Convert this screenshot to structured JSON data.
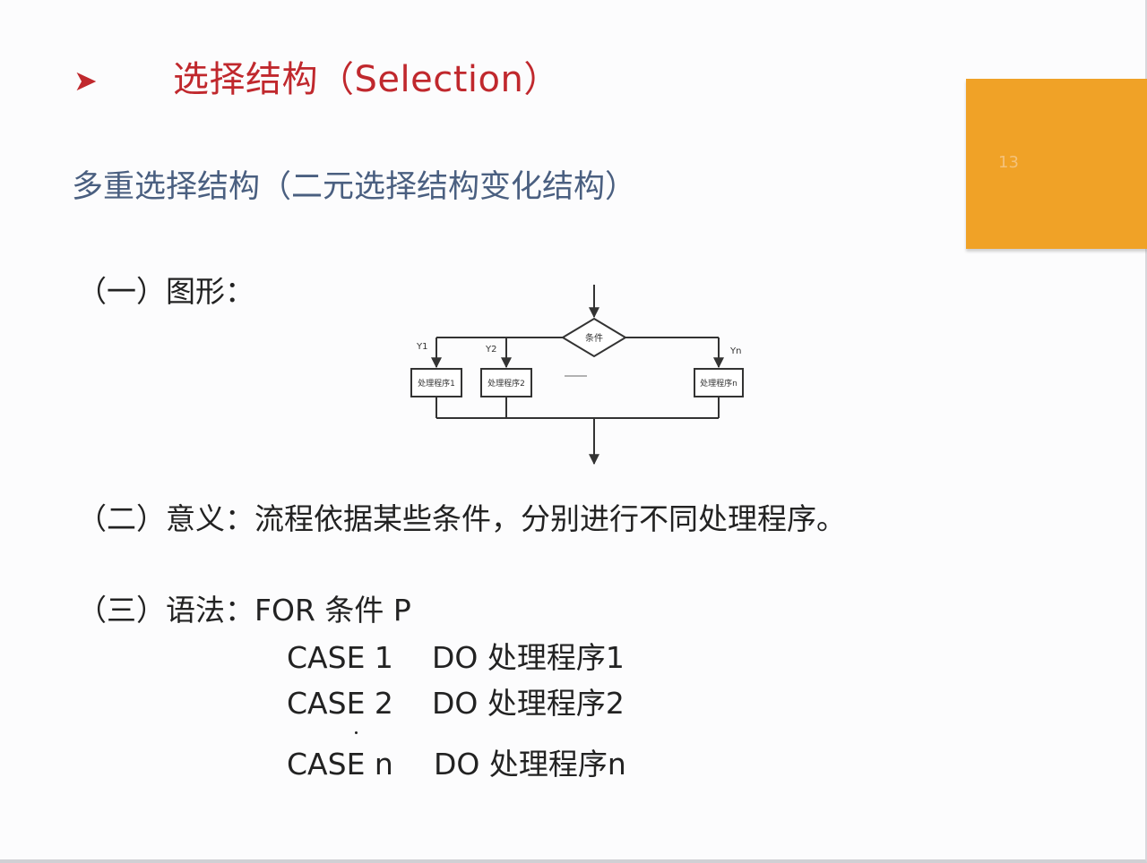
{
  "colors": {
    "accent_red": "#c0282d",
    "subtitle_blue": "#4a5f80",
    "orange": "#f0a227",
    "text_dark": "#222222"
  },
  "header": {
    "bullet_icon": "arrowhead-bullet-icon",
    "bullet_glyph": "➤",
    "title": "选择结构（Selection）",
    "page_number": "13"
  },
  "subtitle": "多重选择结构（二元选择结构变化结构）",
  "section1": {
    "label": "（一）图形："
  },
  "flowchart": {
    "condition": "条件",
    "branch_labels": [
      "Y1",
      "Y2",
      "Yn"
    ],
    "boxes": [
      "处理程序1",
      "处理程序2",
      "处理程序n"
    ]
  },
  "section2": {
    "text": "（二）意义：流程依据某些条件，分别进行不同处理程序。"
  },
  "section3": {
    "label": "（三）语法：FOR 条件 P",
    "lines": [
      {
        "case": "CASE 1",
        "action": "DO 处理程序1"
      },
      {
        "case": "CASE 2",
        "action": "DO 处理程序2"
      },
      {
        "case": "CASE n",
        "action": "DO 处理程序n"
      }
    ]
  }
}
